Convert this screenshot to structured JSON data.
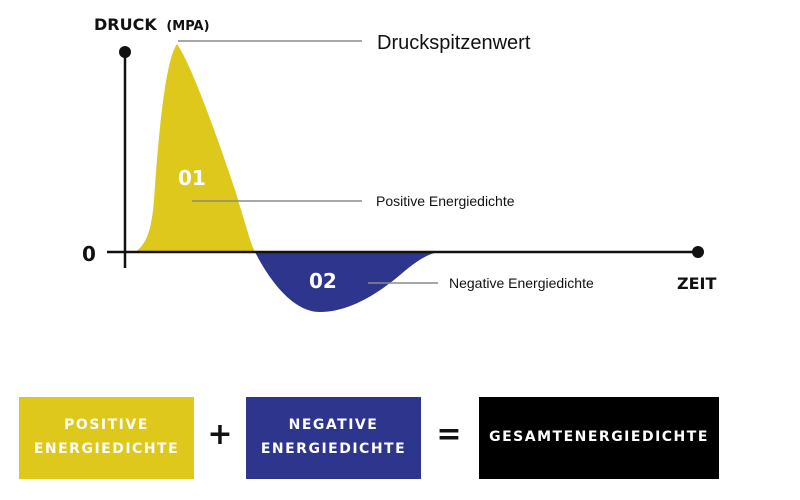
{
  "colors": {
    "positive": "#dfc81c",
    "negative": "#2e358c",
    "total": "#000000",
    "axis": "#111111",
    "leader": "#8a8a8a"
  },
  "chart": {
    "y_axis_label": "DRUCK",
    "y_axis_unit": "(MPA)",
    "x_axis_label": "ZEIT",
    "zero_label": "0",
    "peak_label": "Druckspitzenwert",
    "positive_area_number": "01",
    "positive_area_label": "Positive Energiedichte",
    "negative_area_number": "02",
    "negative_area_label": "Negative Energiedichte"
  },
  "legend": {
    "positive": "POSITIVE\nENERGIEDICHTE",
    "plus": "+",
    "negative": "NEGATIVE\nENERGIEDICHTE",
    "equals": "=",
    "total": "GESAMTENERGIEDICHTE"
  }
}
